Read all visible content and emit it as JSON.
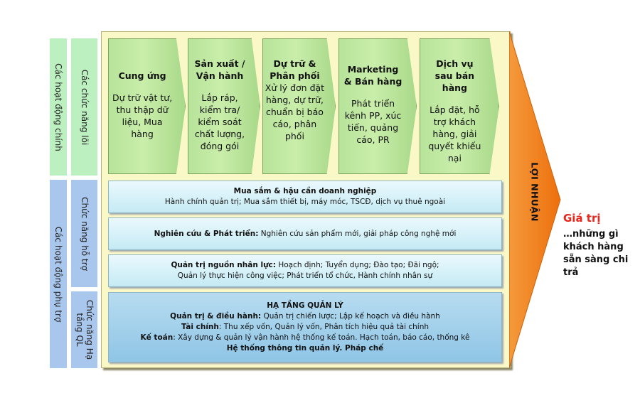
{
  "side_labels": {
    "main_activities": "Các hoạt động chính",
    "support_activities": "Các hoạt động phụ trợ",
    "core_functions": "Các chức năng lõi",
    "support_functions": "Chức năng hỗ trợ",
    "infrastructure_functions": "Chức năng Hạ tầng QL"
  },
  "chevrons": [
    {
      "title": "Cung ứng",
      "desc": "Dự trữ vật tư, thu thập dữ liệu, Mua hàng"
    },
    {
      "title": "Sản xuất / Vận hành",
      "desc": "Lắp ráp, kiểm tra/ kiểm soát chất lượng, đóng gói"
    },
    {
      "title": "Dự trữ & Phân phối",
      "desc": "Xử lý đơn đặt hàng, dự trữ, chuẩn bị báo cáo, phân phối"
    },
    {
      "title": "Marketing & Bán hàng",
      "desc": "Phát triển kênh PP, xúc tiến, quảng cáo, PR"
    },
    {
      "title": "Dịch vụ sau bán hàng",
      "desc": "Lắp đặt, hỗ trợ khách hàng, giải quyết khiếu nại"
    }
  ],
  "support": {
    "procurement": {
      "title": "Mua sắm & hậu cần doanh nghiệp",
      "desc": "Hành chính quản trị; Mua sắm thiết bị, máy móc, TSCĐ, dịch vụ thuê ngoài"
    },
    "rnd": {
      "title": "Nghiên cứu & Phát triển:",
      "desc": " Nghiên cứu sản phẩm mới, giải pháp công nghệ mới"
    },
    "hr": {
      "title": "Quản trị nguồn nhân lực:",
      "desc1": " Hoạch định; Tuyển dụng; Đào tạo; Đãi ngộ;",
      "desc2": "Quản lý thực hiện công việc; Phát triển tổ chức, Hành chính nhân sự"
    }
  },
  "infrastructure": {
    "title": "HẠ TẦNG QUẢN LÝ",
    "lines": [
      {
        "label": "Quản trị & điều hành:",
        "text": " Quản trị chiến lược; Lập kế hoạch và điều hành"
      },
      {
        "label": "Tài chính",
        "text": ": Thu xếp vốn, Quản lý vốn, Phân tích hiệu quả tài chính"
      },
      {
        "label": "Kế toán",
        "text": ": Xây dựng & quản lý vận hành hệ thống kế toán. Hạch toán, báo cáo, thống kê"
      }
    ],
    "last": "Hệ thống thông tin quản lý. Pháp chế"
  },
  "profit_label": "LỢI NHUẬN",
  "value": {
    "title": "Giá trị",
    "desc": "…những gì khách hàng sẵn sàng chi trả"
  },
  "colors": {
    "main_band": "#bdf0c0",
    "side_band": "#a9c6ec",
    "frame": "#fbf8c8",
    "arrow": "#f07d18",
    "value_title": "#e8261c"
  }
}
